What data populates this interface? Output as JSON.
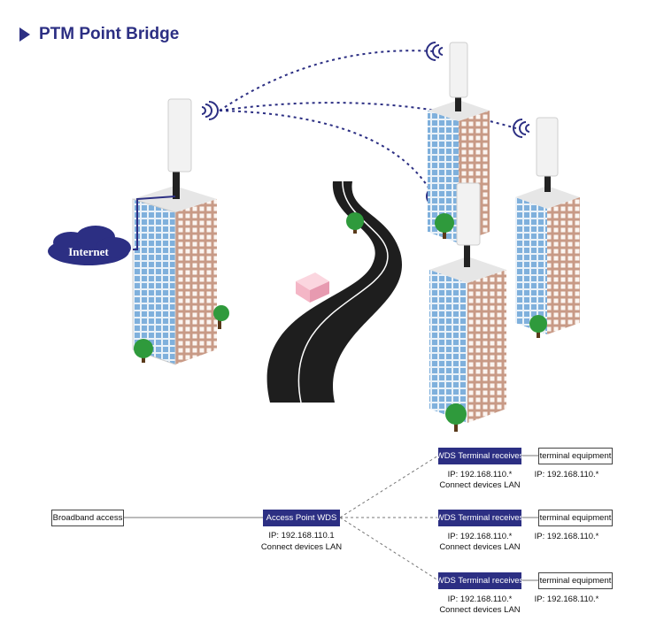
{
  "title": "PTM Point Bridge",
  "colors": {
    "accent": "#2c2f83",
    "building_brick": "#c89a86",
    "building_glass": "#7fb0dc",
    "tree": "#2f9a3c",
    "road": "#1e1e1e",
    "van": "#f4b6c6"
  },
  "illustration": {
    "cloud_label": "Internet"
  },
  "network": {
    "source": {
      "label": "Broadband access"
    },
    "access_point": {
      "label": "Access Point WDS",
      "ip": "IP: 192.168.110.1",
      "lan": "Connect devices LAN"
    },
    "terminals": [
      {
        "label": "WDS Terminal receives",
        "ip": "IP: 192.168.110.*",
        "lan": "Connect devices LAN",
        "equipment": "terminal equipment",
        "equipment_ip": "IP: 192.168.110.*"
      },
      {
        "label": "WDS Terminal receives",
        "ip": "IP: 192.168.110.*",
        "lan": "Connect devices LAN",
        "equipment": "terminal equipment",
        "equipment_ip": "IP: 192.168.110.*"
      },
      {
        "label": "WDS Terminal receives",
        "ip": "IP: 192.168.110.*",
        "lan": "Connect devices LAN",
        "equipment": "terminal equipment",
        "equipment_ip": "IP: 192.168.110.*"
      }
    ]
  }
}
